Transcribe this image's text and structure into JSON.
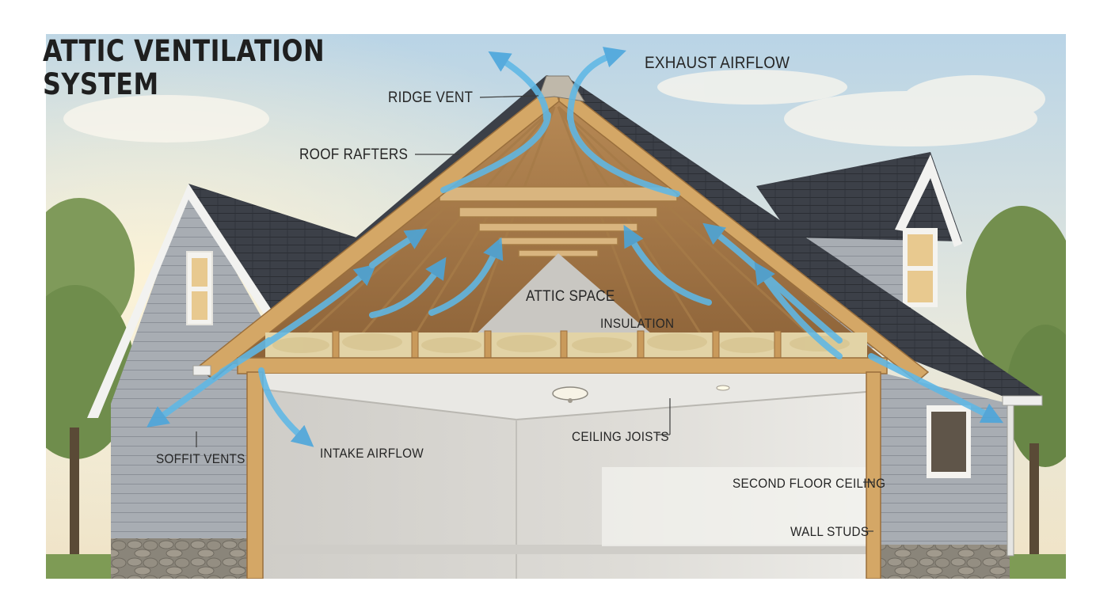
{
  "title": {
    "line1": "ATTIC VENTILATION",
    "line2": "SYSTEM"
  },
  "labels": {
    "exhaust_airflow": "EXHAUST AIRFLOW",
    "ridge_vent": "RIDGE VENT",
    "roof_rafters": "ROOF RAFTERS",
    "attic_space": "ATTIC SPACE",
    "insulation": "INSULATION",
    "ceiling_joists": "CEILING JOISTS",
    "soffit_vents": "SOFFIT VENTS",
    "intake_airflow": "INTAKE AIRFLOW",
    "second_floor_ceiling": "SECOND FLOOR CEILING",
    "wall_studs": "WALL STUDS"
  },
  "colors": {
    "airflow": "#5fb8e6",
    "roof_shingles": "#3a3f47",
    "wood_frame": "#c99a5b",
    "siding": "#a9adb2",
    "insulation": "#e2d3a6",
    "interior_wall": "#d7d6d2",
    "stone": "#8a8478"
  },
  "icons": {
    "airflow_arrow": "curved-arrow-icon",
    "ceiling_light": "ceiling-light-icon"
  }
}
